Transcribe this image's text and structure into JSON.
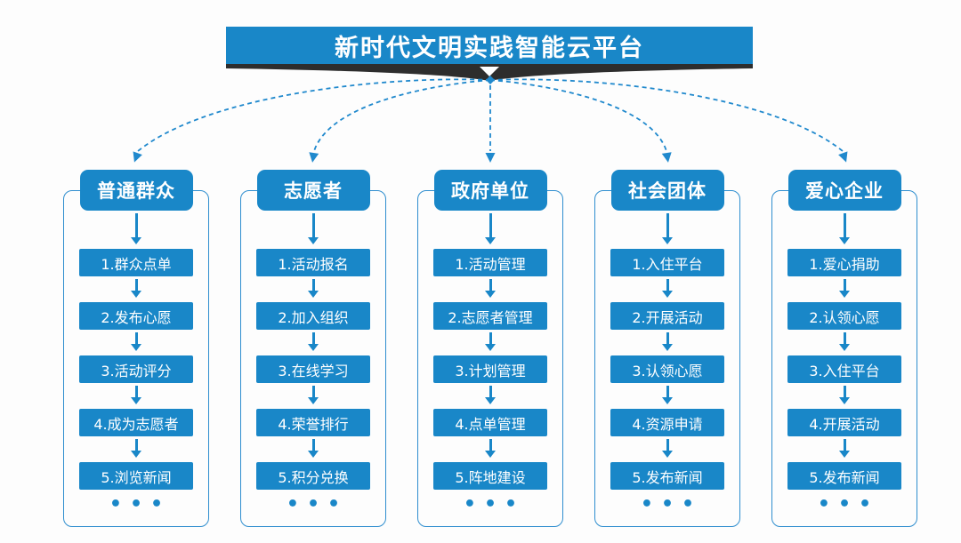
{
  "title": "新时代文明实践智能云平台",
  "ellipsis": "•••",
  "colors": {
    "primary_blue": "#1987c8",
    "connector_blue": "#2089cd",
    "panel_border_blue": "#2f8ecf",
    "ribbon_dark": "#2d2d2d",
    "text_white": "#ffffff",
    "background": "#fdfdfd"
  },
  "columns": [
    {
      "header": "普通群众",
      "steps": [
        "1.群众点单",
        "2.发布心愿",
        "3.活动评分",
        "4.成为志愿者",
        "5.浏览新闻"
      ]
    },
    {
      "header": "志愿者",
      "steps": [
        "1.活动报名",
        "2.加入组织",
        "3.在线学习",
        "4.荣誉排行",
        "5.积分兑换"
      ]
    },
    {
      "header": "政府单位",
      "steps": [
        "1.活动管理",
        "2.志愿者管理",
        "3.计划管理",
        "4.点单管理",
        "5.阵地建设"
      ]
    },
    {
      "header": "社会团体",
      "steps": [
        "1.入住平台",
        "2.开展活动",
        "3.认领心愿",
        "4.资源申请",
        "5.发布新闻"
      ]
    },
    {
      "header": "爱心企业",
      "steps": [
        "1.爱心捐助",
        "2.认领心愿",
        "3.入住平台",
        "4.开展活动",
        "5.发布新闻"
      ]
    }
  ]
}
